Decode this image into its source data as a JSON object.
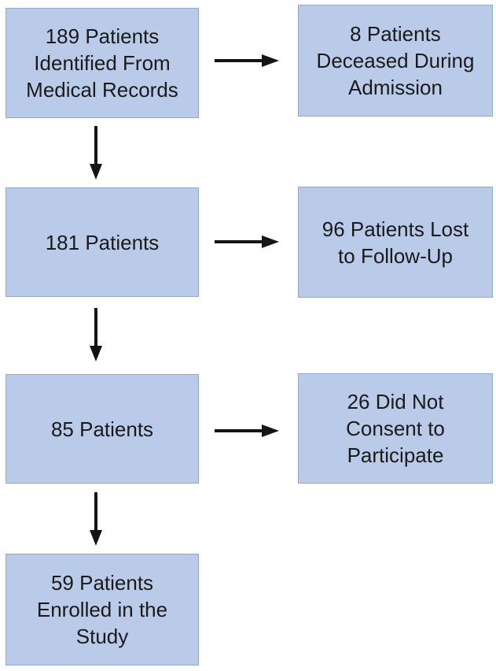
{
  "colors": {
    "box_fill": "#b9cbe9",
    "box_border": "#91aad2",
    "arrow": "#141414",
    "text": "#1a1a1a",
    "background": "#ffffff"
  },
  "flowchart": {
    "type": "patient-enrollment-flow-diagram",
    "boxes": {
      "identified": {
        "lines": [
          "189 Patients",
          "Identified From",
          "Medical Records"
        ]
      },
      "deceased": {
        "lines": [
          "8 Patients",
          "Deceased During",
          "Admission"
        ]
      },
      "remaining_181": {
        "lines": [
          "181 Patients"
        ]
      },
      "lost_followup": {
        "lines": [
          "96 Patients Lost",
          "to Follow-Up"
        ]
      },
      "remaining_85": {
        "lines": [
          "85 Patients"
        ]
      },
      "no_consent": {
        "lines": [
          "26 Did Not",
          "Consent to",
          "Participate"
        ]
      },
      "enrolled": {
        "lines": [
          "59 Patients",
          "Enrolled in the",
          "Study"
        ]
      }
    }
  }
}
